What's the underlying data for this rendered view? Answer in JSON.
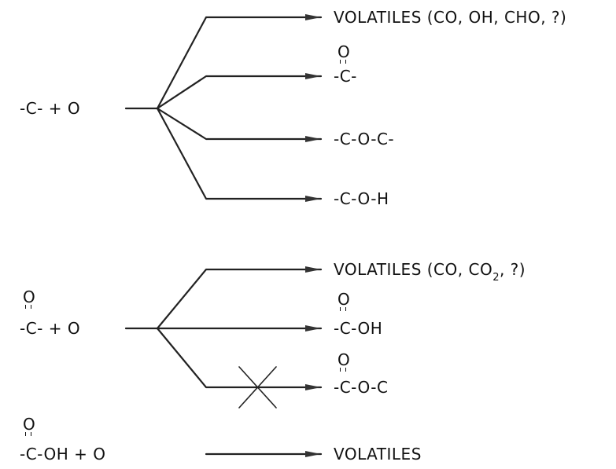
{
  "reaction1": {
    "reactant": "-C- + O",
    "products": [
      "VOLATILES (CO, OH, CHO, ?)",
      "-C-",
      "-C-O-C-",
      "-C-O-H"
    ],
    "carbonyl_o": "O"
  },
  "reaction2": {
    "reactant_top": "O",
    "reactant": "-C- + O",
    "products": {
      "volatiles_pre": "VOLATILES (CO, CO",
      "volatiles_sub": "2",
      "volatiles_post": ", ?)",
      "acid_top": "O",
      "acid": "-C-OH",
      "ester_top": "O",
      "ester": "-C-O-C"
    }
  },
  "reaction3": {
    "reactant_top": "O",
    "reactant": "-C-OH + O",
    "product": "VOLATILES"
  }
}
